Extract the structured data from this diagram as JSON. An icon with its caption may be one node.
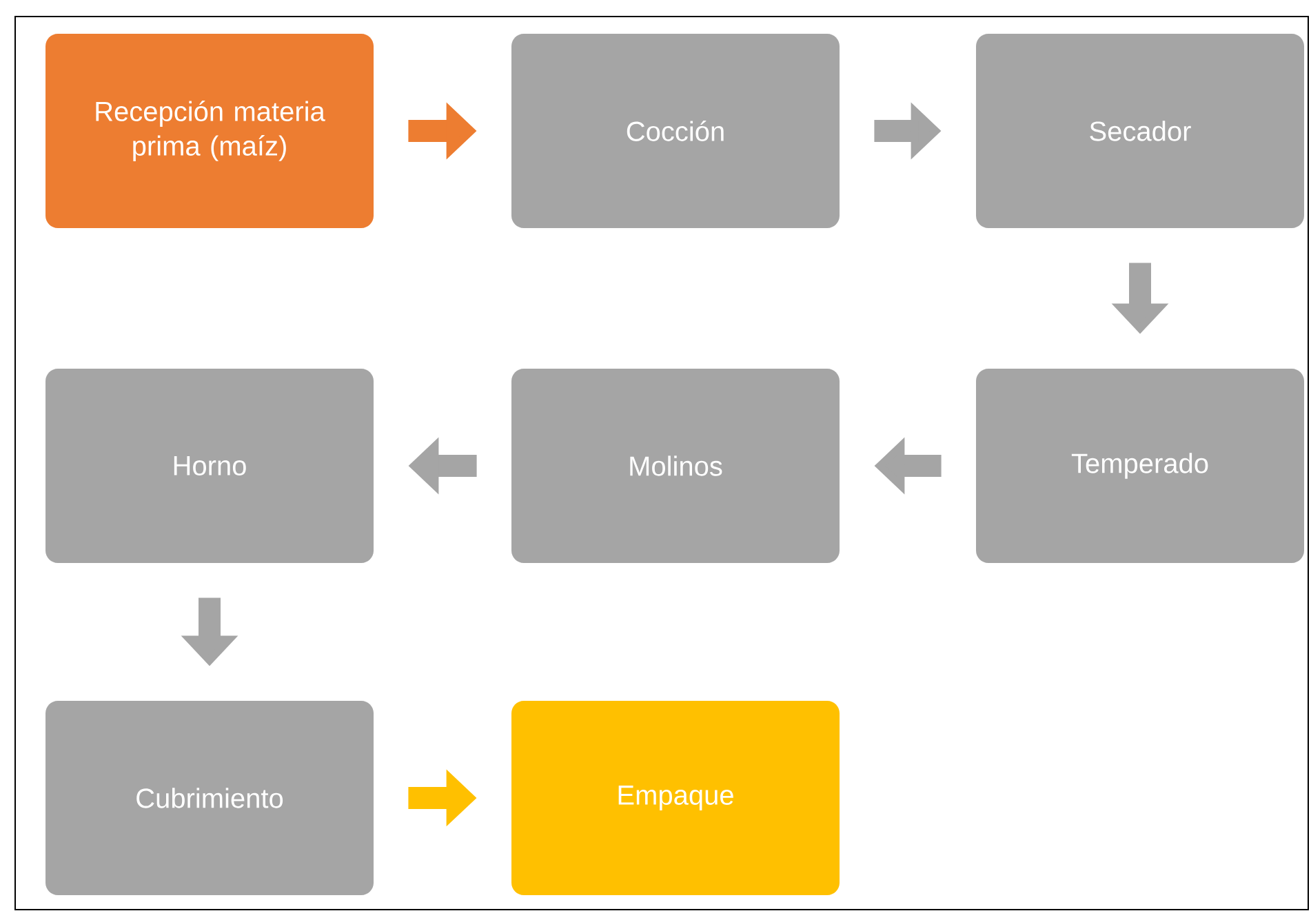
{
  "diagram": {
    "nodes": [
      {
        "text": [
          "Recepción materia prima (maíz)"
        ]
      },
      {
        "text": [
          "Cocción"
        ]
      },
      {
        "text": [
          "Secador"
        ]
      },
      {
        "text": [
          "Temperado"
        ]
      },
      {
        "text": [
          "Molinos"
        ]
      },
      {
        "text": [
          "Horno"
        ]
      },
      {
        "text": [
          "Cubrimiento"
        ]
      },
      {
        "text": [
          "Empaque"
        ]
      }
    ],
    "edges": [
      {
        "from": 0,
        "to": 1,
        "arrow": "to",
        "color": "#ed7d31"
      },
      {
        "from": 1,
        "to": 2,
        "arrow": "to"
      },
      {
        "from": 2,
        "to": 3,
        "arrow": "to"
      },
      {
        "from": 3,
        "to": 4,
        "arrow": "to"
      },
      {
        "from": 4,
        "to": 5,
        "arrow": "to"
      },
      {
        "from": 5,
        "to": 6,
        "arrow": "to"
      },
      {
        "from": 6,
        "to": 7,
        "arrow": "to",
        "color": "#ffc000"
      }
    ]
  }
}
